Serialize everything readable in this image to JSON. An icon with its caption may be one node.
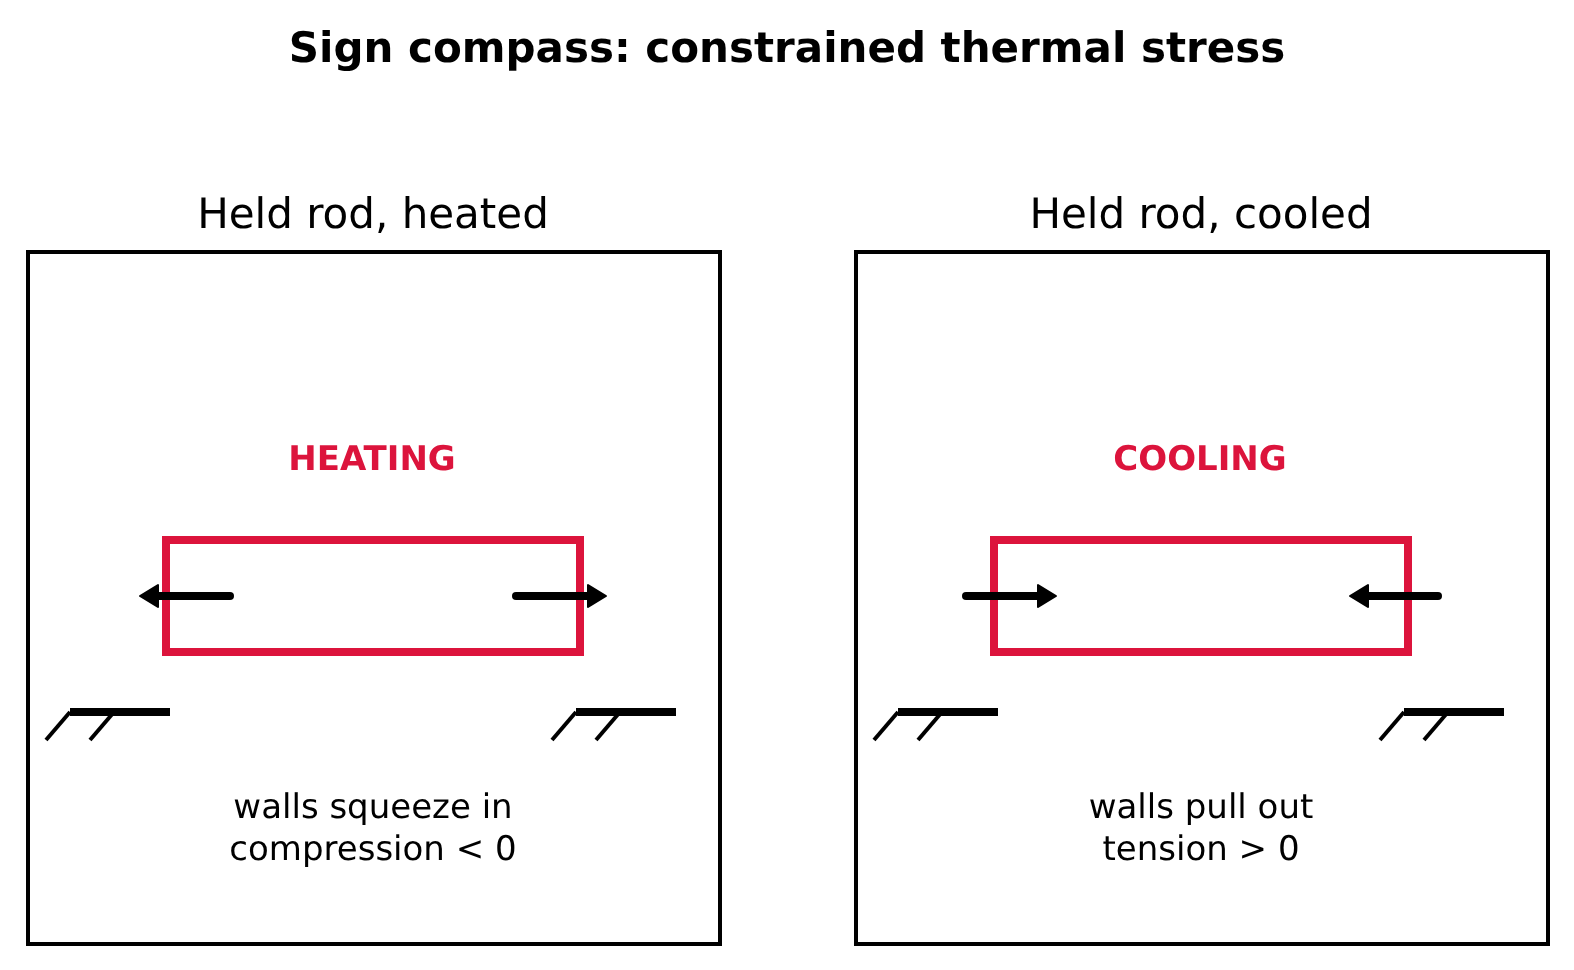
{
  "diagram": {
    "title": "Sign compass: constrained thermal stress",
    "nodes": [
      {
        "text": [
          "Held rod, heated",
          "walls squeeze in compression < 0"
        ]
      },
      {
        "text": [
          "HEATING"
        ],
        "in": 0
      },
      {
        "text": [
          "Held rod, cooled",
          "walls pull out tension > 0"
        ]
      },
      {
        "text": [
          "COOLING"
        ],
        "in": 2
      }
    ]
  }
}
